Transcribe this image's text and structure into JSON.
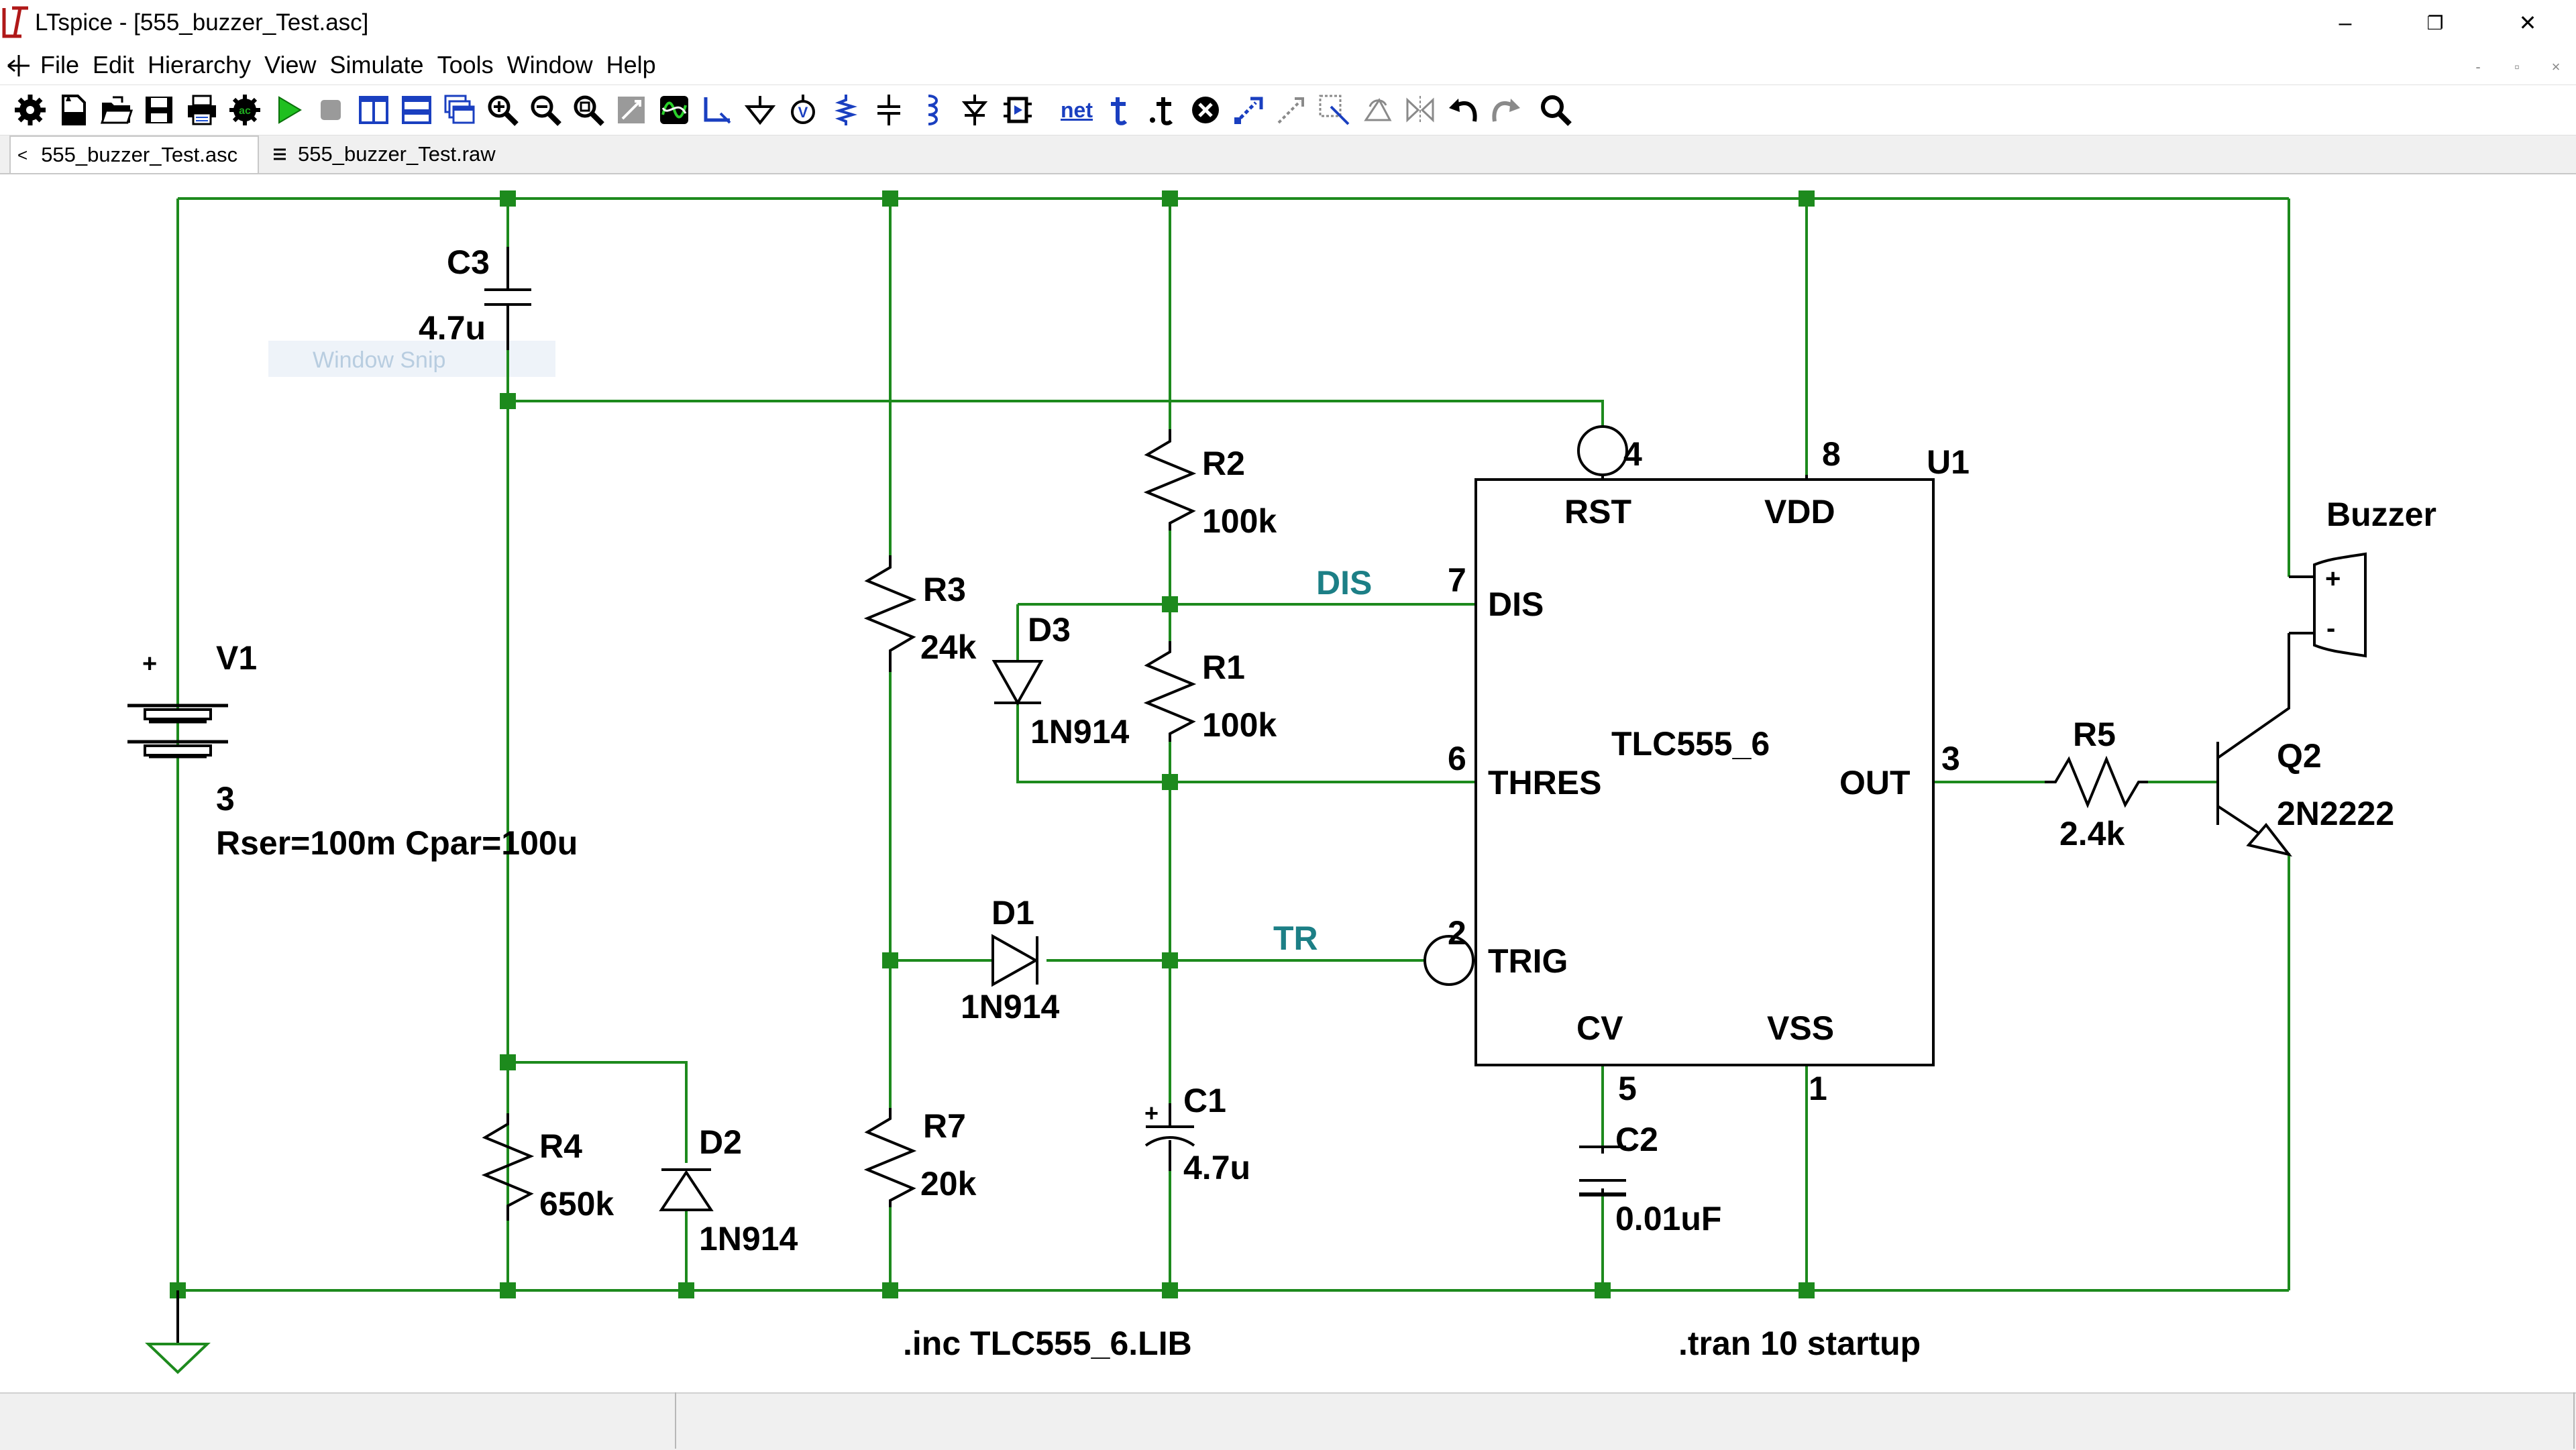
{
  "window": {
    "title": "LTspice - [555_buzzer_Test.asc]",
    "minimize_glyph": "–",
    "restore_glyph": "❐",
    "close_glyph": "✕"
  },
  "menu": {
    "items": [
      "File",
      "Edit",
      "Hierarchy",
      "View",
      "Simulate",
      "Tools",
      "Window",
      "Help"
    ],
    "mdi_minimize": "-",
    "mdi_restore": "▫",
    "mdi_close": "×"
  },
  "toolbar": {
    "net_label_text": "net"
  },
  "tabs": [
    {
      "label": "555_buzzer_Test.asc",
      "active": true,
      "icon": "back-arrow-icon"
    },
    {
      "label": "555_buzzer_Test.raw",
      "active": false,
      "icon": "waveform-doc-icon"
    }
  ],
  "schematic": {
    "colors": {
      "wire": "#1d8a1d",
      "junction": "#1d8a1d",
      "component": "#000000",
      "net_label": "#1c7f86"
    },
    "ghost_tooltip": "Window Snip",
    "components": {
      "c3": {
        "ref": "C3",
        "value": "4.7u"
      },
      "v1": {
        "ref": "V1",
        "value": "3",
        "params": "Rser=100m Cpar=100u",
        "plus": "+"
      },
      "r2": {
        "ref": "R2",
        "value": "100k"
      },
      "r3": {
        "ref": "R3",
        "value": "24k"
      },
      "d3": {
        "ref": "D3",
        "value": "1N914"
      },
      "r1": {
        "ref": "R1",
        "value": "100k"
      },
      "d1": {
        "ref": "D1",
        "value": "1N914"
      },
      "r4": {
        "ref": "R4",
        "value": "650k"
      },
      "d2": {
        "ref": "D2",
        "value": "1N914"
      },
      "r7": {
        "ref": "R7",
        "value": "20k"
      },
      "c1": {
        "ref": "C1",
        "value": "4.7u",
        "plus": "+"
      },
      "c2": {
        "ref": "C2",
        "value": "0.01uF"
      },
      "r5": {
        "ref": "R5",
        "value": "2.4k"
      },
      "q2": {
        "ref": "Q2",
        "value": "2N2222"
      },
      "buzzer": {
        "ref": "Buzzer",
        "plus": "+",
        "minus": "-"
      },
      "u1": {
        "ref": "U1",
        "model": "TLC555_6",
        "pins": {
          "rst": {
            "name": "RST",
            "num": "4"
          },
          "vdd": {
            "name": "VDD",
            "num": "8"
          },
          "dis": {
            "name": "DIS",
            "num": "7"
          },
          "thres": {
            "name": "THRES",
            "num": "6"
          },
          "out": {
            "name": "OUT",
            "num": "3"
          },
          "trig": {
            "name": "TRIG",
            "num": "2"
          },
          "cv": {
            "name": "CV",
            "num": "5"
          },
          "vss": {
            "name": "VSS",
            "num": "1"
          }
        }
      }
    },
    "net_labels": {
      "dis": "DIS",
      "tr": "TR"
    },
    "directives": {
      "include": ".inc TLC555_6.LIB",
      "tran": ".tran 10 startup"
    }
  }
}
